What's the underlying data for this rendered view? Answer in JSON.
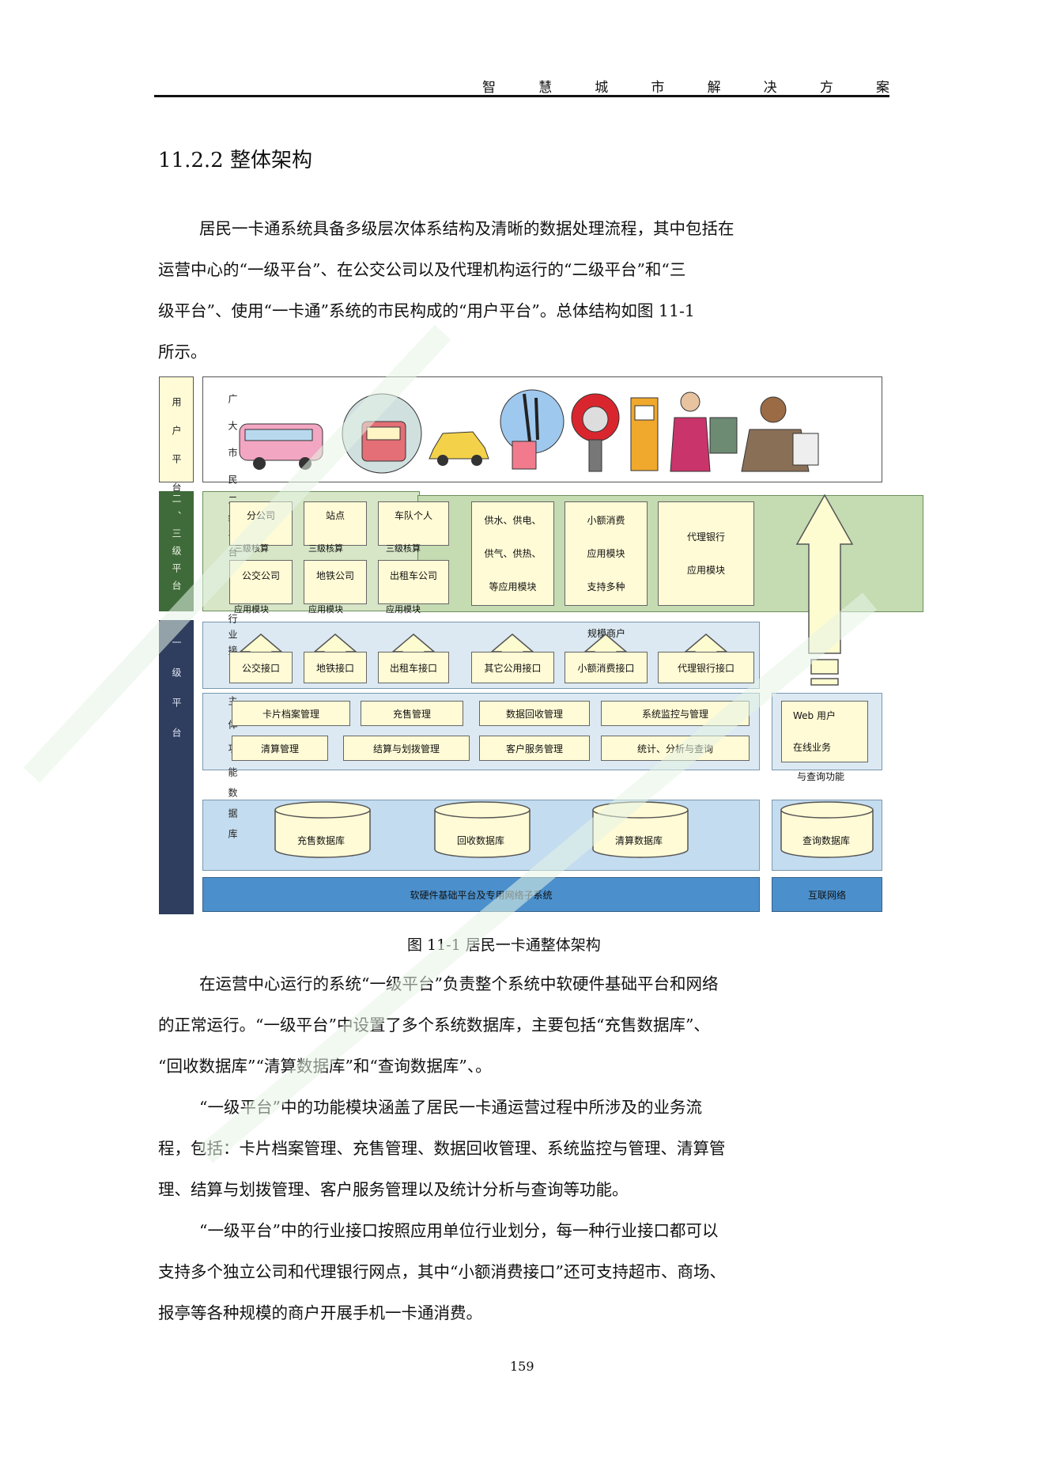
{
  "header": {
    "chars": [
      "智",
      "慧",
      "城",
      "市",
      "解",
      "决",
      "方",
      "案"
    ]
  },
  "section_title": "11.2.2 整体架构",
  "intro": [
    "居民一卡通系统具备多级层次体系结构及清晰的数据处理流程，其中包括在",
    "运营中心的“一级平台”、在公交公司以及代理机构运行的“二级平台”和“三",
    "级平台”、使用“一卡通”系统的市民构成的“用户平台”。总体结构如图 11-1",
    "所示。"
  ],
  "diagram": {
    "user_platform_label": "用户平台",
    "citizens_label": "广大市民",
    "level23_label": "二、三级平台",
    "level23_sublabel": "二级平台",
    "level1_label": "一级平台",
    "industry_label": "行业接口",
    "func_label": "主体功能",
    "db_label": "数据库",
    "row1": [
      "分公司",
      "站点",
      "车队个人"
    ],
    "row1_sub": [
      "三级核算",
      "三级核算",
      "三级核算"
    ],
    "row2": [
      "公交公司",
      "地铁公司",
      "出租车公司"
    ],
    "row2_sub": [
      "应用模块",
      "应用模块",
      "应用模块"
    ],
    "big1": [
      "供水、供电、",
      "供气、供热、",
      "等应用模块"
    ],
    "big2": [
      "小额消费",
      "应用模块",
      "支持多种"
    ],
    "big3": [
      "代理银行",
      "应用模块"
    ],
    "merchant_label": "规模商户",
    "interfaces": [
      "公交接口",
      "地铁接口",
      "出租车接口",
      "其它公用接口",
      "小额消费接口",
      "代理银行接口"
    ],
    "func_row1": [
      "卡片档案管理",
      "充售管理",
      "数据回收管理",
      "系统监控与管理"
    ],
    "func_row2": [
      "清算管理",
      "结算与划拨管理",
      "客户服务管理",
      "统计、分析与查询"
    ],
    "web_lines": [
      "Web 用户",
      "在线业务"
    ],
    "query_func": "与查询功能",
    "dbs": [
      "充售数据库",
      "回收数据库",
      "清算数据库",
      "查询数据库"
    ],
    "base_platform": "软硬件基础平台及专用网络子系统",
    "internet": "互联网络"
  },
  "caption": "图 11-1 居民一卡通整体架构",
  "body": [
    {
      "indent": true,
      "text": "在运营中心运行的系统“一级平台”负责整个系统中软硬件基础平台和网络"
    },
    {
      "indent": false,
      "text": "的正常运行。“一级平台”中设置了多个系统数据库，主要包括“充售数据库”、"
    },
    {
      "indent": false,
      "text": "“回收数据库”“清算数据库”和“查询数据库”、。"
    },
    {
      "indent": true,
      "text": "“一级平台”中的功能模块涵盖了居民一卡通运营过程中所涉及的业务流"
    },
    {
      "indent": false,
      "text": "程，包括：卡片档案管理、充售管理、数据回收管理、系统监控与管理、清算管"
    },
    {
      "indent": false,
      "text": "理、结算与划拨管理、客户服务管理以及统计分析与查询等功能。"
    },
    {
      "indent": true,
      "text": "“一级平台”中的行业接口按照应用单位行业划分，每一种行业接口都可以"
    },
    {
      "indent": false,
      "text": "支持多个独立公司和代理银行网点，其中“小额消费接口”还可支持超市、商场、"
    },
    {
      "indent": false,
      "text": "报亭等各种规模的商户开展手机一卡通消费。"
    }
  ],
  "page_number": "159",
  "colors": {
    "navy": "#2f3d5e",
    "green_dark": "#3f6b3a",
    "green_light": "#d6e6c6",
    "blue_light": "#dce9f2",
    "blue_mid": "#c4dcef",
    "blue_bar": "#4b90cc",
    "yellow": "#fdfbd0",
    "cream": "#fffbd6"
  }
}
